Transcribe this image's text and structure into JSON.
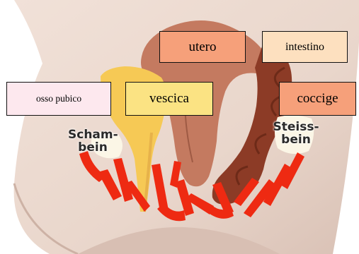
{
  "labels": {
    "utero": {
      "text": "utero",
      "bg": "#f6a07a"
    },
    "intestino": {
      "text": "intestino",
      "bg": "#fde0bf"
    },
    "osso_pubico": {
      "text": "osso pubico",
      "bg": "#fde8ee"
    },
    "vescica": {
      "text": "vescica",
      "bg": "#fbe383"
    },
    "coccige": {
      "text": "coccige",
      "bg": "#f6a07a"
    }
  },
  "image_text": {
    "schambein_line1": "Scham-",
    "schambein_line2": "bein",
    "steissbein_line1": "Steiss-",
    "steissbein_line2": "bein"
  },
  "colors": {
    "skin": "#ecd9cf",
    "uterus": "#c47a60",
    "bladder": "#f6c955",
    "intestine": "#8c3b26",
    "pelvic_floor": "#ee2a12"
  }
}
